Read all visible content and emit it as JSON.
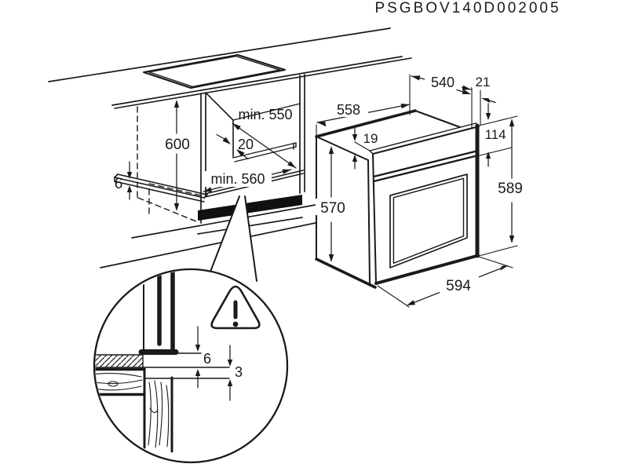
{
  "title": "PSGBOV140D002005",
  "cabinet_dims": {
    "niche_height": "600",
    "rail_thickness": "6",
    "niche_depth": "min. 550",
    "rear_clearance": "20",
    "niche_width": "min. 560"
  },
  "oven_dims": {
    "body_width": "558",
    "body_depth": "540",
    "front_overhang": "21",
    "top_lip": "19",
    "control_panel_height": "114",
    "body_height": "570",
    "front_height": "589",
    "front_width": "594"
  },
  "detail_dims": {
    "top_gap": "6",
    "bottom_gap": "3"
  },
  "icons": {
    "warning": "exclamation-triangle-icon"
  }
}
